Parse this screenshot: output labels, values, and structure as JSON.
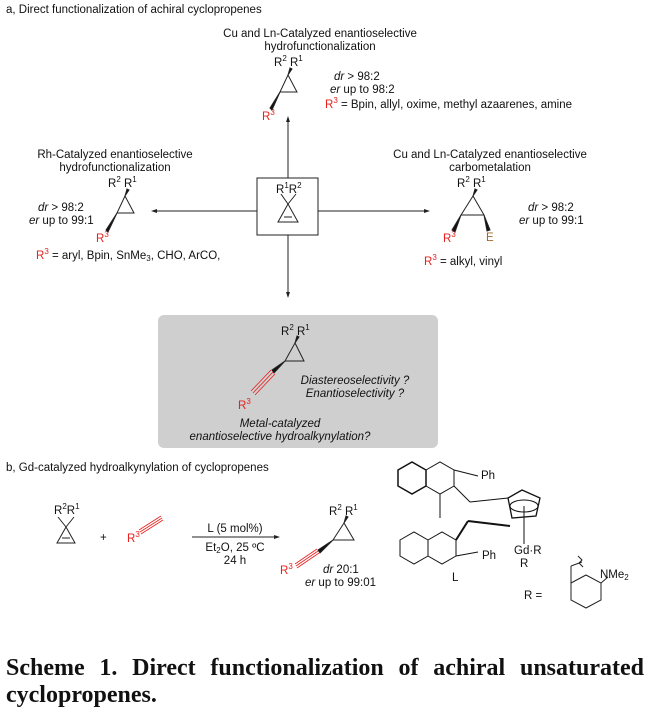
{
  "panel_a": {
    "heading": "a, Direct functionalization of achiral cyclopropenes",
    "top": {
      "title_line1": "Cu and Ln-Catalyzed enantioselective",
      "title_line2": "hydrofunctionalization",
      "dr": "dr",
      "dr_value": " > 98:2",
      "er": "er",
      "er_value": " up to 98:2",
      "r3_scope": " = Bpin, allyl, oxime, methyl azaarenes, amine"
    },
    "left": {
      "title_line1": "Rh-Catalyzed enantioselective",
      "title_line2": "hydrofunctionalization",
      "dr": "dr",
      "dr_value": " > 98:2",
      "er": "er",
      "er_value": " up to 99:1",
      "r3_scope_pre": " = aryl, Bpin, SnMe",
      "r3_scope_sub": "3",
      "r3_scope_post": ", CHO, ArCO,"
    },
    "right": {
      "title_line1": "Cu and Ln-Catalyzed enantioselective",
      "title_line2": "carbometalation",
      "dr": "dr",
      "dr_value": " > 98:2",
      "er": "er",
      "er_value": " up to 99:1",
      "r3_scope": " = alkyl, vinyl",
      "e_label": "E"
    },
    "center": {
      "r1": "R",
      "r1_sup": "1",
      "r2": "R",
      "r2_sup": "2"
    },
    "question_box": {
      "q1": "Diastereoselectivity ?",
      "q2": "Enantioselectivity ?",
      "bottom_line1": "Metal-catalyzed",
      "bottom_line2": "enantioselective hydroalkynylation?"
    },
    "labels": {
      "R": "R",
      "sup1": "1",
      "sup2": "2",
      "sup3": "3"
    }
  },
  "panel_b": {
    "heading": "b, Gd-catalyzed hydroalkynylation of cyclopropenes",
    "plus": "+",
    "conditions_top": "L (5 mol%)",
    "conditions_solvent_pre": "Et",
    "conditions_solvent_sub": "2",
    "conditions_solvent_post": "O, 25 ºC",
    "conditions_time": "24 h",
    "dr": "dr",
    "dr_value": " 20:1",
    "er": "er",
    "er_value": " up to 99:01",
    "ligand_label": "L",
    "ph_top": "Ph",
    "ph_bottom": "Ph",
    "gd": "Gd",
    "gd_r": "R",
    "gd_r_bottom": "R",
    "r_def": "R =",
    "nme2_pre": "NMe",
    "nme2_sub": "2"
  },
  "caption": {
    "text": "Scheme 1. Direct functionalization of achiral unsaturated cyclopropenes."
  },
  "colors": {
    "accent_red": "#e8201e",
    "electrophile_brown": "#a06a2a",
    "box_gray": "#cfcfcf"
  }
}
